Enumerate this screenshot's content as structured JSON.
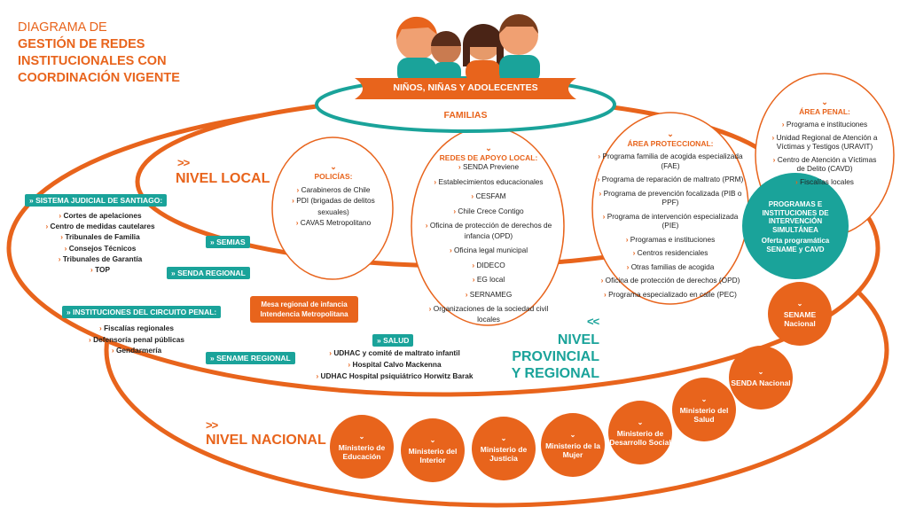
{
  "title": {
    "line1": "DIAGRAMA DE",
    "line2": "GESTIÓN DE REDES",
    "line3": "INSTITUCIONALES CON",
    "line4": "COORDINACIÓN VIGENTE"
  },
  "center": {
    "banner": "NIÑOS, NIÑAS Y ADOLECENTES",
    "familias": "FAMILIAS"
  },
  "levels": {
    "local": "NIVEL LOCAL",
    "provincial_1": "NIVEL PROVINCIAL",
    "provincial_2": "Y REGIONAL",
    "nacional": "NIVEL NACIONAL",
    "chevron_right": ">>",
    "chevron_left": "<<"
  },
  "policias": {
    "header": "POLICÍAS:",
    "items": [
      "Carabineros de Chile",
      "PDI (brigadas de delitos sexuales)",
      "CAVAS Metropolitano"
    ]
  },
  "redes": {
    "header": "REDES DE APOYO LOCAL:",
    "items": [
      "SENDA Previene",
      "Establecimientos educacionales",
      "CESFAM",
      "Chile Crece Contigo",
      "Oficina de protección de derechos de infancia (OPD)",
      "Oficina legal municipal",
      "DIDECO",
      "EG local",
      "SERNAMEG",
      "Organizaciones de la sociedad civil locales"
    ]
  },
  "proteccional": {
    "header": "ÁREA PROTECCIONAL:",
    "items": [
      "Programa familia de acogida especializada (FAE)",
      "Programa de reparación de maltrato (PRM)",
      "Programa de prevención focalizada (PIB o PPF)",
      "Programa de intervención especializada (PIE)",
      "Programas e instituciones",
      "Centros residenciales",
      "Otras familias de acogida",
      "Oficina de protección de derechos (OPD)",
      "Programa especializado en calle (PEC)"
    ]
  },
  "penal": {
    "header": "ÁREA PENAL:",
    "items": [
      "Programa e instituciones",
      "Unidad Regional de Atención a Víctimas y Testigos (URAVIT)",
      "Centro de Atención a Víctimas de Delito (CAVD)",
      "Fiscalías locales"
    ]
  },
  "simultanea": {
    "title": "PROGRAMAS E INSTITUCIONES DE INTERVENCIÓN SIMULTÁNEA",
    "subtitle": "Oferta programática SENAME y CAVD"
  },
  "judicial": {
    "tag": "SISTEMA JUDICIAL DE SANTIAGO:",
    "items": [
      "Cortes de apelaciones",
      "Centro de medidas cautelares",
      "Tribunales de Familia",
      "Consejos Técnicos",
      "Tribunales de Garantía",
      "TOP"
    ]
  },
  "circuito": {
    "tag": "INSTITUCIONES DEL CIRCUITO PENAL:",
    "items": [
      "Fiscalías regionales",
      "Defensoría penal públicas",
      "Gendarmería"
    ]
  },
  "tags": {
    "semias": "SEMIAS",
    "senda_regional": "SENDA REGIONAL",
    "sename_regional": "SENAME REGIONAL",
    "salud": "SALUD"
  },
  "mesa": {
    "line1": "Mesa regional de infancia",
    "line2": "Intendencia Metropolitana"
  },
  "salud": {
    "items": [
      "UDHAC y comité de maltrato infantil",
      "Hospital Calvo Mackenna",
      "UDHAC Hospital psiquiátrico Horwitz Barak"
    ]
  },
  "nacional": {
    "items": [
      "Ministerio de Educación",
      "Ministerio del Interior",
      "Ministerio de Justicia",
      "Ministerio de la Mujer",
      "Ministerio de Desarrollo Social",
      "Ministerio del Salud",
      "SENDA Nacional",
      "SENAME Nacional"
    ]
  },
  "colors": {
    "orange": "#e8641c",
    "teal": "#1aa39a"
  }
}
